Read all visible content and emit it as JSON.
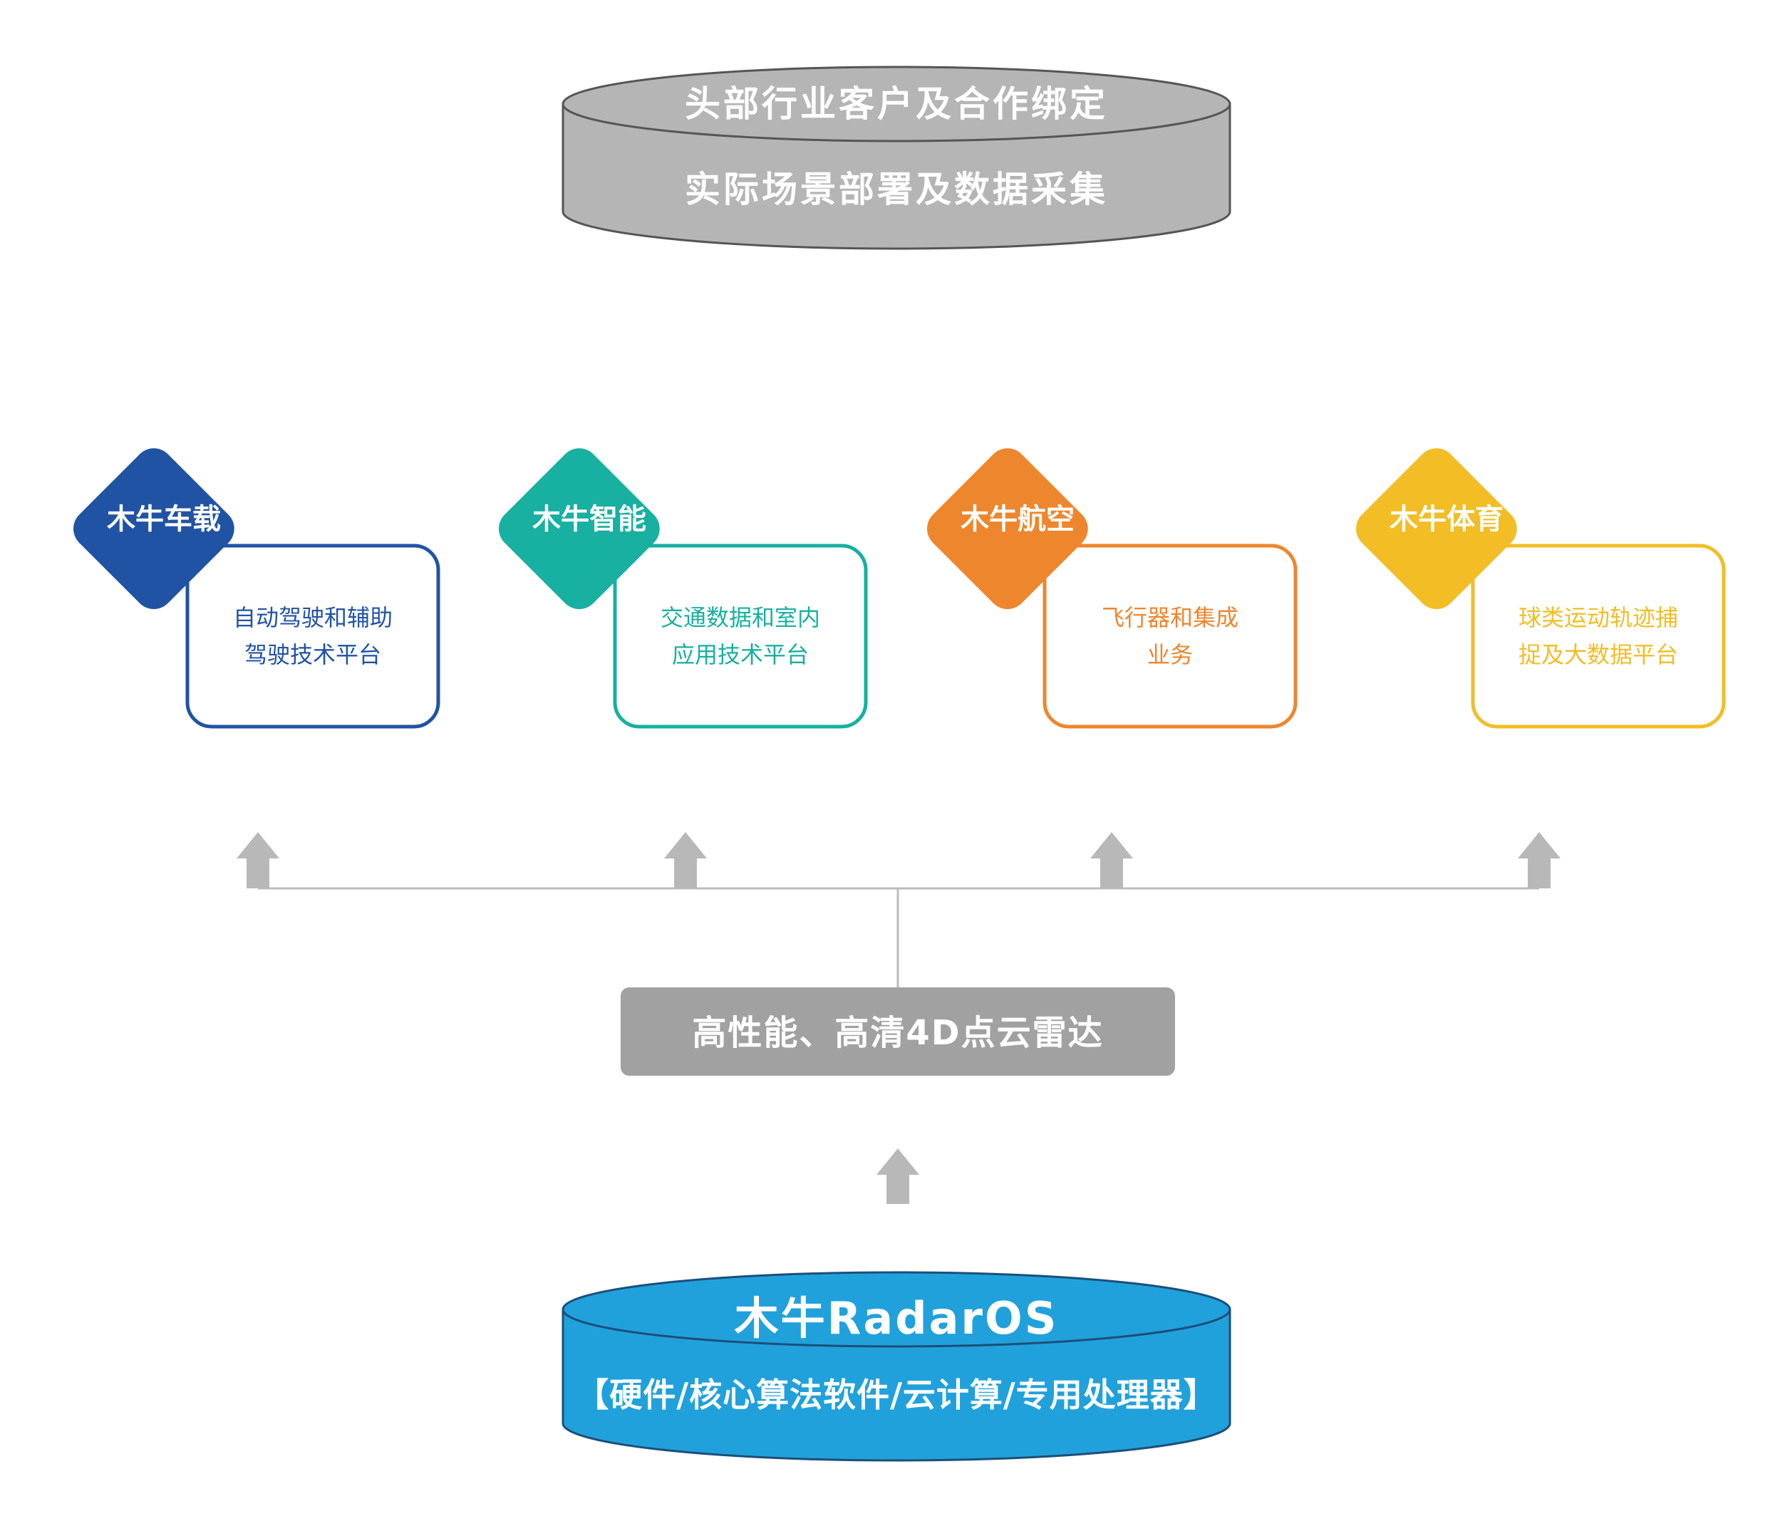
{
  "top_cylinder": {
    "line1": "头部行业客户及合作绑定",
    "line2": "实际场景部署及数据采集",
    "color": "#b4b5b4"
  },
  "business_units": [
    {
      "name": "木牛车载",
      "desc_line1": "自动驾驶和辅助",
      "desc_line2": "驾驶技术平台",
      "color": "#2153a4"
    },
    {
      "name": "木牛智能",
      "desc_line1": "交通数据和室内",
      "desc_line2": "应用技术平台",
      "color": "#17b0a1"
    },
    {
      "name": "木牛航空",
      "desc_line1": "飞行器和集成",
      "desc_line2": "业务",
      "color": "#ee862d"
    },
    {
      "name": "木牛体育",
      "desc_line1": "球类运动轨迹捕",
      "desc_line2": "捉及大数据平台",
      "color": "#f2bd25"
    }
  ],
  "radar_box": {
    "label": "高性能、高清4D点云雷达",
    "color": "#a0a1a0"
  },
  "bottom_cylinder": {
    "title": "木牛RadarOS",
    "subtitle": "【硬件/核心算法软件/云计算/专用处理器】",
    "color": "#21a1db"
  },
  "arrow_color": "#b8b8b8",
  "line_color": "#bcbcbc"
}
